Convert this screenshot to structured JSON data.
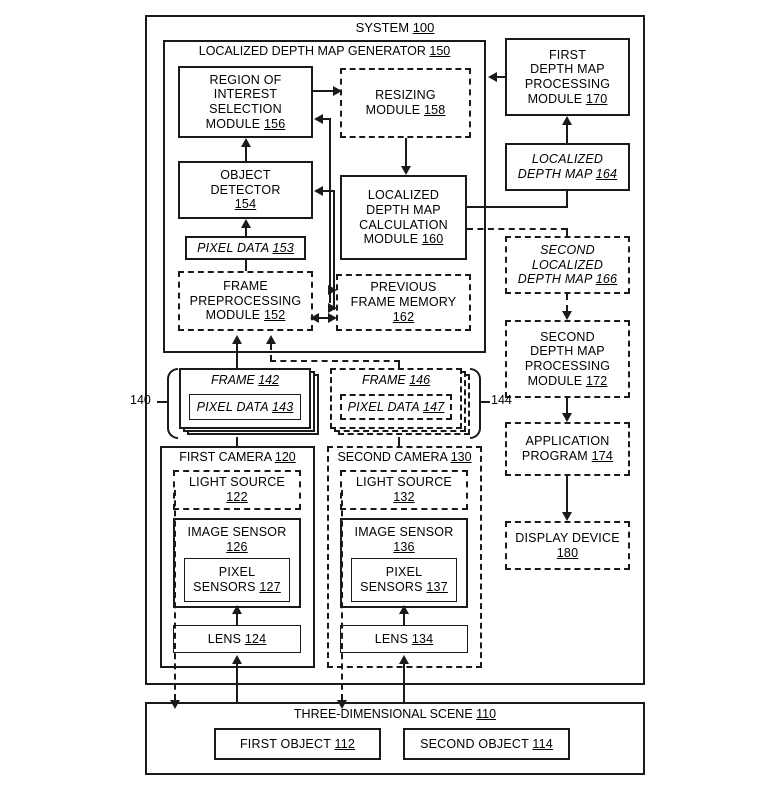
{
  "figure": {
    "title": "SYSTEM",
    "title_num": "100",
    "type": "patent-system-block-diagram"
  },
  "system": {
    "label": "SYSTEM",
    "num": "100"
  },
  "generator": {
    "label": "LOCALIZED DEPTH MAP GENERATOR",
    "num": "150"
  },
  "blocks": {
    "roi": {
      "lines": [
        "REGION OF",
        "INTEREST",
        "SELECTION",
        "MODULE"
      ],
      "num": "156",
      "style": "solid"
    },
    "resizing": {
      "lines": [
        "RESIZING",
        "MODULE"
      ],
      "num": "158",
      "style": "dashed"
    },
    "object_detector": {
      "lines": [
        "OBJECT",
        "DETECTOR"
      ],
      "num": "154",
      "style": "solid"
    },
    "pixel_data_153": {
      "lines": [
        "PIXEL DATA"
      ],
      "num": "153",
      "style": "solid",
      "italic": true
    },
    "frame_preprocessing": {
      "lines": [
        "FRAME",
        "PREPROCESSING",
        "MODULE"
      ],
      "num": "152",
      "style": "dashed"
    },
    "ldm_calc": {
      "lines": [
        "LOCALIZED",
        "DEPTH MAP",
        "CALCULATION",
        "MODULE"
      ],
      "num": "160",
      "style": "solid"
    },
    "prev_frame_memory": {
      "lines": [
        "PREVIOUS",
        "FRAME MEMORY"
      ],
      "num": "162",
      "style": "dashed"
    },
    "first_dmp": {
      "lines": [
        "FIRST",
        "DEPTH MAP",
        "PROCESSING",
        "MODULE"
      ],
      "num": "170",
      "style": "solid"
    },
    "localized_depth_map_164": {
      "lines": [
        "LOCALIZED",
        "DEPTH MAP"
      ],
      "num": "164",
      "style": "solid",
      "italic": true
    },
    "second_ldm_166": {
      "lines": [
        "SECOND",
        "LOCALIZED",
        "DEPTH MAP"
      ],
      "num": "166",
      "style": "dashed",
      "italic": true
    },
    "second_dmp": {
      "lines": [
        "SECOND",
        "DEPTH MAP",
        "PROCESSING",
        "MODULE"
      ],
      "num": "172",
      "style": "dashed"
    },
    "application_program": {
      "lines": [
        "APPLICATION",
        "PROGRAM"
      ],
      "num": "174",
      "style": "dashed"
    },
    "display_device": {
      "lines": [
        "DISPLAY DEVICE"
      ],
      "num": "180",
      "style": "dashed"
    },
    "frame_142": {
      "lines": [
        "FRAME"
      ],
      "num": "142",
      "style": "solid",
      "italic": true
    },
    "pixel_data_143": {
      "lines": [
        "PIXEL DATA"
      ],
      "num": "143",
      "style": "solid",
      "italic": true
    },
    "frame_146": {
      "lines": [
        "FRAME"
      ],
      "num": "146",
      "style": "dashed",
      "italic": true
    },
    "pixel_data_147": {
      "lines": [
        "PIXEL DATA"
      ],
      "num": "147",
      "style": "dashed",
      "italic": true
    },
    "first_camera": {
      "label": "FIRST CAMERA",
      "num": "120",
      "style": "solid"
    },
    "second_camera": {
      "label": "SECOND CAMERA",
      "num": "130",
      "style": "dashed"
    },
    "light_source_122": {
      "lines": [
        "LIGHT SOURCE"
      ],
      "num": "122",
      "style": "dashed"
    },
    "light_source_132": {
      "lines": [
        "LIGHT SOURCE"
      ],
      "num": "132",
      "style": "dashed"
    },
    "image_sensor_126": {
      "lines": [
        "IMAGE SENSOR"
      ],
      "num": "126",
      "style": "solid"
    },
    "image_sensor_136": {
      "lines": [
        "IMAGE SENSOR"
      ],
      "num": "136",
      "style": "solid"
    },
    "pixel_sensors_127": {
      "lines": [
        "PIXEL",
        "SENSORS"
      ],
      "num": "127",
      "style": "solid"
    },
    "pixel_sensors_137": {
      "lines": [
        "PIXEL",
        "SENSORS"
      ],
      "num": "137",
      "style": "solid"
    },
    "lens_124": {
      "lines": [
        "LENS"
      ],
      "num": "124",
      "style": "solid"
    },
    "lens_134": {
      "lines": [
        "LENS"
      ],
      "num": "134",
      "style": "solid"
    },
    "scene": {
      "label": "THREE-DIMENSIONAL SCENE",
      "num": "110",
      "style": "solid"
    },
    "first_object": {
      "label": "FIRST OBJECT",
      "num": "112",
      "style": "solid"
    },
    "second_object": {
      "label": "SECOND OBJECT",
      "num": "114",
      "style": "solid"
    }
  },
  "ref_labels": {
    "frames_first": "140",
    "frames_second": "144"
  },
  "colors": {
    "ink": "#1a1a1a",
    "background": "#ffffff"
  }
}
